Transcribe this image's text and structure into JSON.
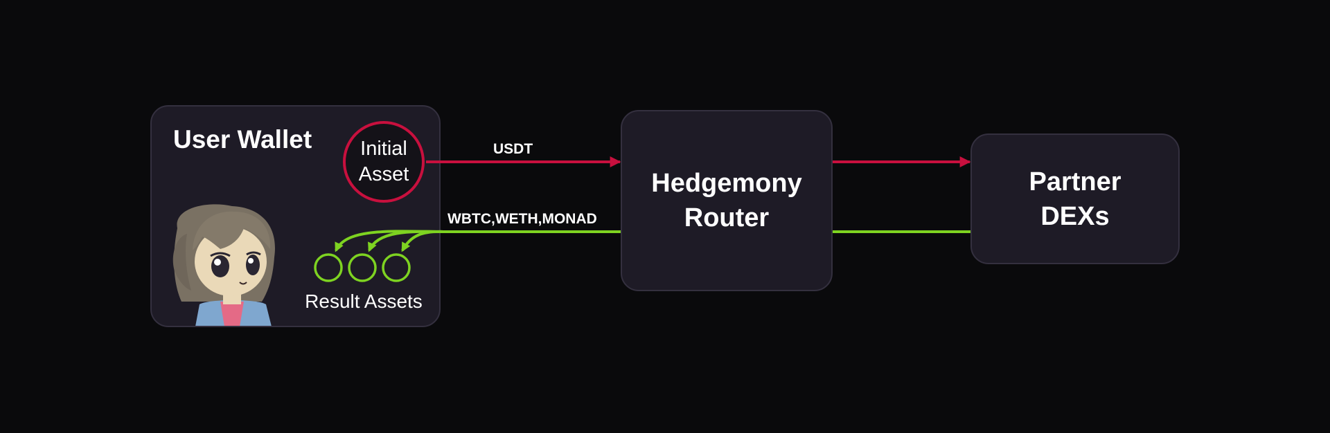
{
  "wallet": {
    "title": "User Wallet",
    "initial_asset": {
      "line1": "Initial",
      "line2": "Asset"
    },
    "result_assets_label": "Result Assets"
  },
  "router": {
    "line1": "Hedgemony",
    "line2": "Router"
  },
  "partner": {
    "line1": "Partner",
    "line2": "DEXs"
  },
  "flows": {
    "outgoing_label": "USDT",
    "incoming_label": "WBTC,WETH,MONAD"
  },
  "colors": {
    "background": "#0a0a0c",
    "box_fill": "#1e1b26",
    "outgoing_arrow": "#c8103e",
    "incoming_arrow": "#7ed321"
  },
  "icons": {
    "avatar": "anime-girl-avatar",
    "result_asset_tokens": [
      "token-circle-icon",
      "token-circle-icon",
      "token-circle-icon"
    ]
  }
}
